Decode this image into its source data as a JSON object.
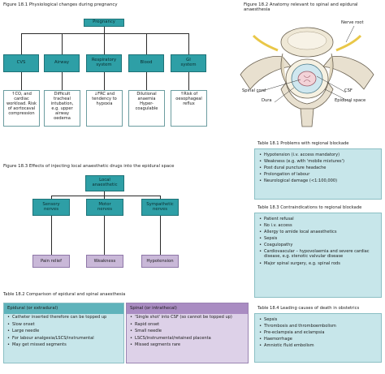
{
  "fig181": {
    "caption": "Figure 18.1  Physiological changes during pregnancy",
    "root": "Pregnancy",
    "systems": [
      "CVS",
      "Airway",
      "Respiratory system",
      "Blood",
      "GI system"
    ],
    "effects": [
      "↑CO, and cardiac workload. Risk of aortocaval compression",
      "Difficult tracheal intubation, e.g. upper airway oedema",
      "↓FRC and tendency to hypoxia",
      "Dilutional anaemia Hyper-coagulable",
      "↑Risk of oesophageal reflux"
    ]
  },
  "fig182": {
    "caption": "Figure 18.2  Anatomy relevant to spinal and epidural anaesthesia",
    "labels": {
      "nerve_root": "Nerve root",
      "spinal_cord": "Spinal cord",
      "csf": "CSF",
      "dura": "Dura",
      "epidural_space": "Epidural space"
    }
  },
  "fig183": {
    "caption": "Figure 18.3  Effects of injecting local anaesthetic drugs into the epidural space",
    "root": "Local anaesthetic",
    "nerves": [
      "Sensory nerves",
      "Motor nerves",
      "Sympathetic nerves"
    ],
    "effects": [
      "Pain relief",
      "Weakness",
      "Hypotension"
    ]
  },
  "table181": {
    "title": "Table 18.1 Problems with regional blockade",
    "items": [
      "Hypotension (i.v. access mandatory)",
      "Weakness (e.g. with 'mobile mixtures')",
      "Post dural puncture headache",
      "Prolongation of labour",
      "Neurological damage (<1:100,000)"
    ]
  },
  "table183": {
    "title": "Table 18.3 Contraindications to regional blockade",
    "items": [
      "Patient refusal",
      "No i.v. access",
      "Allergy to amide local anaesthetics",
      "Sepsis",
      "Coagulopathy",
      "Cardiovascular – hypovolaemia and severe cardiac disease, e.g. stenotic valvular disease",
      "Major spinal surgery, e.g. spinal rods"
    ]
  },
  "table184": {
    "title": "Table 18.4 Leading causes of death in obstetrics",
    "items": [
      "Sepsis",
      "Thrombosis and thromboembolism",
      "Pre-eclampsia and eclampsia",
      "Haemorrhage",
      "Amniotic fluid embolism"
    ]
  },
  "table182": {
    "title": "Table 18.2 Comparison of epidural and spinal anaesthesia",
    "epidural_header": "Epidural (or extradural)",
    "spinal_header": "Spinal (or intrathecal)",
    "epidural_items": [
      "Catheter inserted therefore  can be topped up",
      "Slow onset",
      "Large needle",
      "For labour analgesia/LSCS/instrumental",
      "May get missed segments"
    ],
    "spinal_items": [
      "'Single shot' into CSF (so cannot be topped up)",
      "Rapid onset",
      "Small needle",
      "LSCS/instrumental/retained placenta",
      "Missed segments rare"
    ]
  },
  "colors": {
    "teal_box": "#2e9fa6",
    "light_teal_panel": "#c7e6ea",
    "purple_box": "#c9b8d8",
    "purple_header": "#a98cc2"
  }
}
